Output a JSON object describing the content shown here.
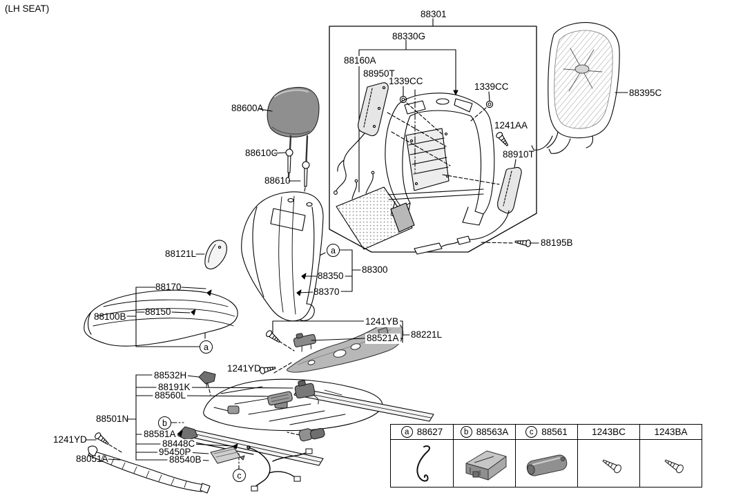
{
  "title": "(LH SEAT)",
  "callouts": {
    "a": "a",
    "b": "b",
    "c": "c"
  },
  "parts": {
    "p88301": "88301",
    "p88330G": "88330G",
    "p88160A": "88160A",
    "p88950T": "88950T",
    "p1339CC": "1339CC",
    "p1241AA": "1241AA",
    "p88910T": "88910T",
    "p88395C": "88395C",
    "p88600A": "88600A",
    "p88610C": "88610C",
    "p88610": "88610",
    "p88121L": "88121L",
    "p88170": "88170",
    "p88150": "88150",
    "p88100B": "88100B",
    "p88350": "88350",
    "p88370": "88370",
    "p88300": "88300",
    "p1241YB": "1241YB",
    "p88521A": "88521A",
    "p88221L": "88221L",
    "p1241YD": "1241YD",
    "p88532H": "88532H",
    "p88191K": "88191K",
    "p88560L": "88560L",
    "p88501N": "88501N",
    "p88581A": "88581A",
    "p88448C": "88448C",
    "p95450P": "95450P",
    "p88540B": "88540B",
    "p88051A": "88051A",
    "p88195B": "88195B"
  },
  "table": {
    "columns": [
      {
        "callout": "a",
        "part": "88627"
      },
      {
        "callout": "b",
        "part": "88563A"
      },
      {
        "callout": "c",
        "part": "88561"
      },
      {
        "callout": "",
        "part": "1243BC"
      },
      {
        "callout": "",
        "part": "1243BA"
      }
    ]
  },
  "colors": {
    "line": "#000000",
    "part_gray": "#b8b8b8",
    "part_dark": "#7a7a7a",
    "part_light": "#e6e6e6"
  }
}
